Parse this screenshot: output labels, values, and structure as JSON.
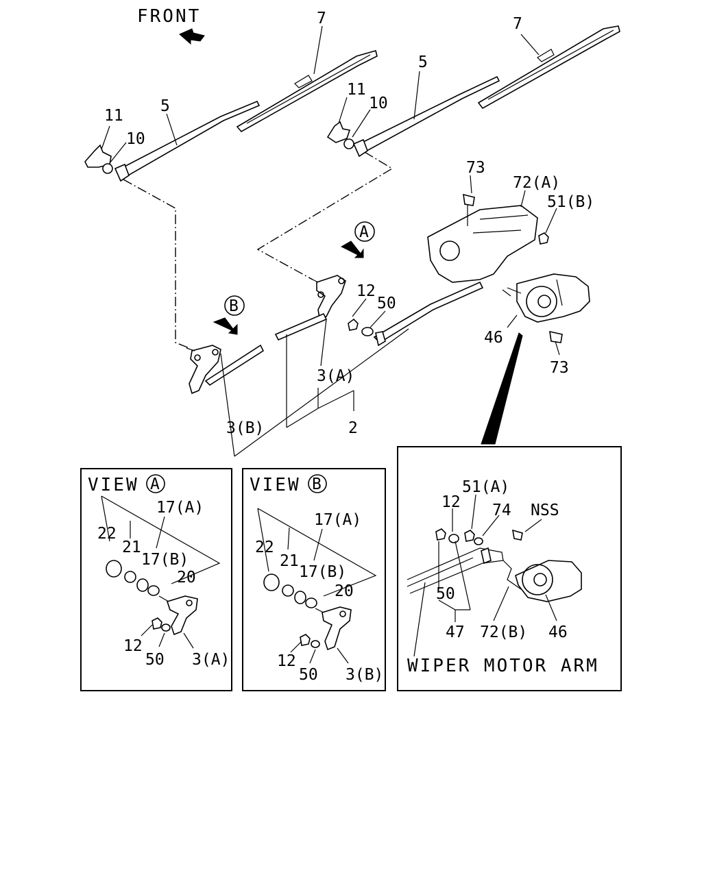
{
  "header": {
    "front": "FRONT"
  },
  "main_labels": {
    "blade_left": "7",
    "blade_right": "7",
    "arm_left": "5",
    "arm_right": "5",
    "cap_left": "11",
    "cap_right": "11",
    "nut_left": "10",
    "nut_right": "10",
    "bolt_top": "73",
    "bracket": "72(A)",
    "nut_51b": "51(B)",
    "nut_12": "12",
    "washer_50": "50",
    "link_3a": "3(A)",
    "link_3b": "3(B)",
    "linkage_2": "2",
    "motor_46": "46",
    "bolt_bottom": "73",
    "view_a_marker": "A",
    "view_b_marker": "B"
  },
  "view_a": {
    "title": "VIEW",
    "marker": "A",
    "labels": [
      "22",
      "21",
      "17(A)",
      "17(B)",
      "20",
      "12",
      "50",
      "3(A)"
    ]
  },
  "view_b": {
    "title": "VIEW",
    "marker": "B",
    "labels": [
      "22",
      "21",
      "17(A)",
      "17(B)",
      "20",
      "12",
      "50",
      "3(B)"
    ]
  },
  "motor_arm_view": {
    "title": "WIPER MOTOR ARM",
    "labels": [
      "51(A)",
      "12",
      "74",
      "NSS",
      "50",
      "47",
      "72(B)",
      "46"
    ]
  }
}
